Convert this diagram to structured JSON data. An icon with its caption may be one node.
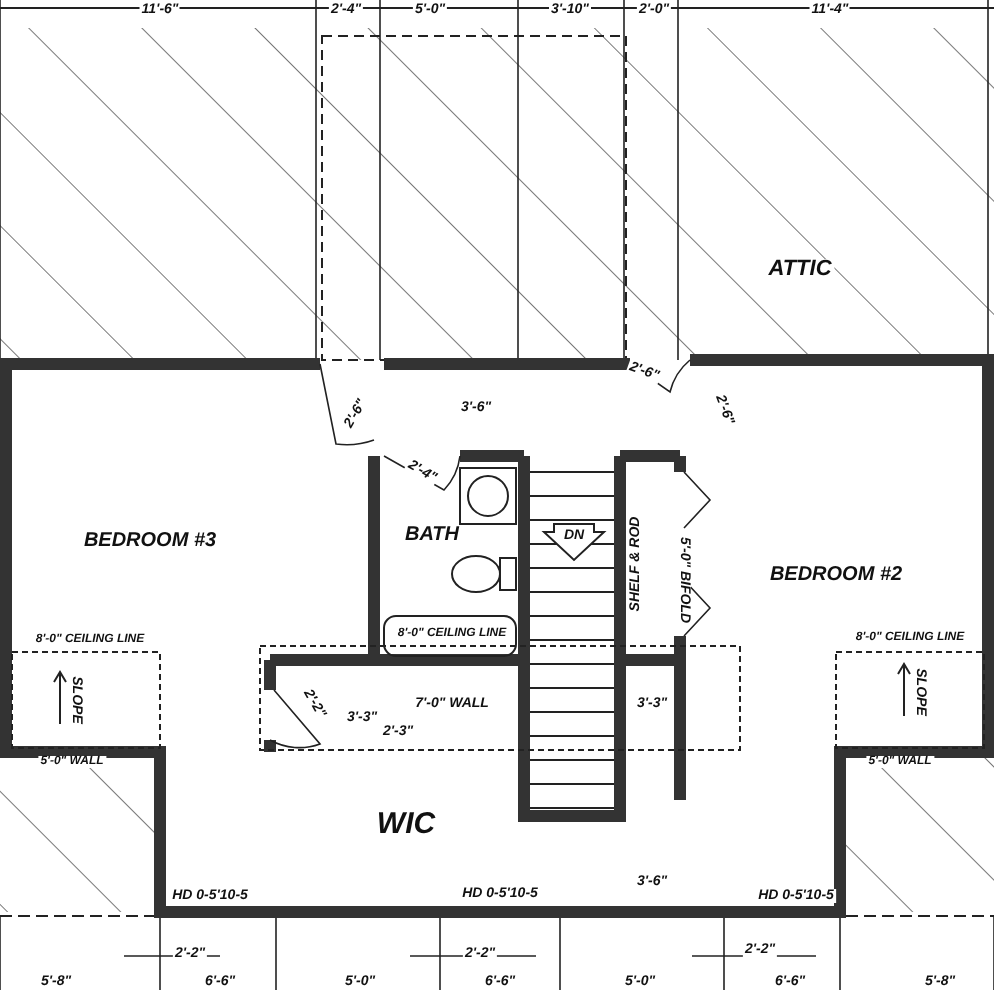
{
  "diagram": {
    "labels": [
      "11'-6\"",
      "2'-4\"",
      "5'-0\"",
      "3'-10\"",
      "2'-0\"",
      "11'-4\"",
      "ATTIC",
      "2'-6\"",
      "3'-6\"",
      "2'-6\"",
      "2'-6\"",
      "2'-4\"",
      "BATH",
      "DN",
      "SHELF & ROD",
      "5'-0\" BIFOLD",
      "BEDROOM #3",
      "BEDROOM #2",
      "8'-0\" CEILING LINE",
      "8'-0\" CEILING LINE",
      "8'-0\" CEILING LINE",
      "SLOPE",
      "SLOPE",
      "2'-2\"",
      "3'-3\"",
      "7'-0\" WALL",
      "3'-3\"",
      "2'-3\"",
      "5'-0\" WALL",
      "5'-0\" WALL",
      "WIC",
      "3'-6\"",
      "HD 0-5'10-5",
      "HD 0-5'10-5",
      "HD 0-5'10-5",
      "2'-2\"",
      "2'-2\"",
      "2'-2\"",
      "5'-8\"",
      "6'-6\"",
      "5'-0\"",
      "6'-6\"",
      "5'-0\"",
      "6'-6\"",
      "5'-8\""
    ]
  }
}
